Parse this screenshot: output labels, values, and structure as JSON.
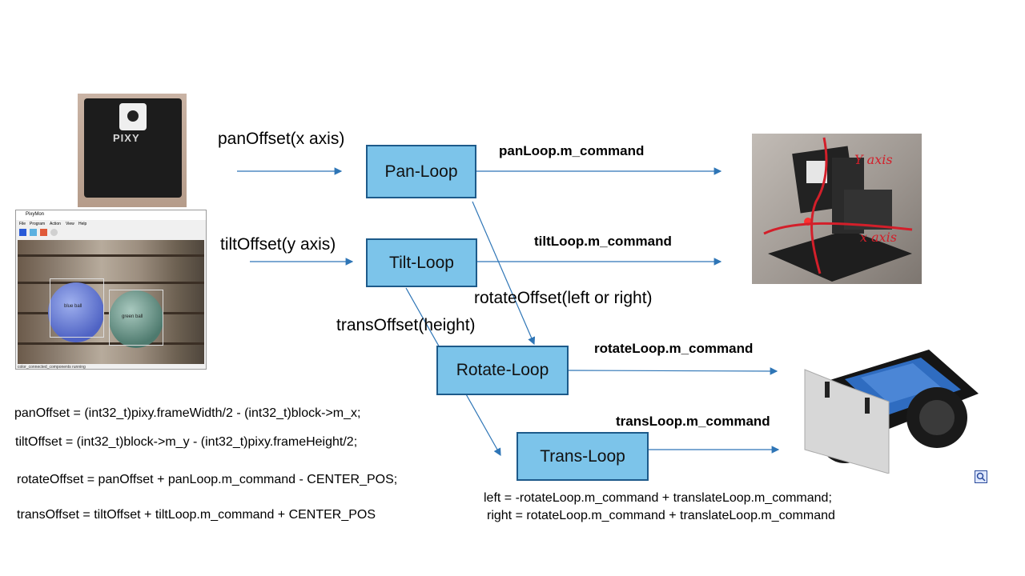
{
  "loops": {
    "pan": "Pan-Loop",
    "tilt": "Tilt-Loop",
    "rotate": "Rotate-Loop",
    "trans": "Trans-Loop"
  },
  "inputs": {
    "pan": "panOffset(x axis)",
    "tilt": "tiltOffset(y axis)",
    "rotate": "rotateOffset(left or right)",
    "trans": "transOffset(height)"
  },
  "commands": {
    "pan": "panLoop.m_command",
    "tilt": "tiltLoop.m_command",
    "rotate": "rotateLoop.m_command",
    "trans": "transLoop.m_command"
  },
  "equations": [
    "panOffset = (int32_t)pixy.frameWidth/2 - (int32_t)block->m_x;",
    "tiltOffset = (int32_t)block->m_y - (int32_t)pixy.frameHeight/2;",
    "rotateOffset = panOffset + panLoop.m_command - CENTER_POS;",
    "transOffset = tiltOffset + tiltLoop.m_command + CENTER_POS"
  ],
  "motor_equations": [
    "left = -rotateLoop.m_command + translateLoop.m_command;",
    "right = rotateLoop.m_command + translateLoop.m_command"
  ],
  "pixy_camera": {
    "label": "PIXY"
  },
  "pixymon": {
    "title": "PixyMon",
    "menu": [
      "File",
      "Program",
      "Action",
      "View",
      "Help"
    ],
    "blue_ball_label": "blue ball",
    "green_ball_label": "green ball",
    "status": "color_connected_components running"
  },
  "pan_tilt_photo": {
    "y_annotation": "Y axis",
    "x_annotation": "x axis"
  },
  "colors": {
    "box_fill": "#7cc4ea",
    "box_border": "#1d5a8a",
    "arrow": "#2e75b6"
  }
}
